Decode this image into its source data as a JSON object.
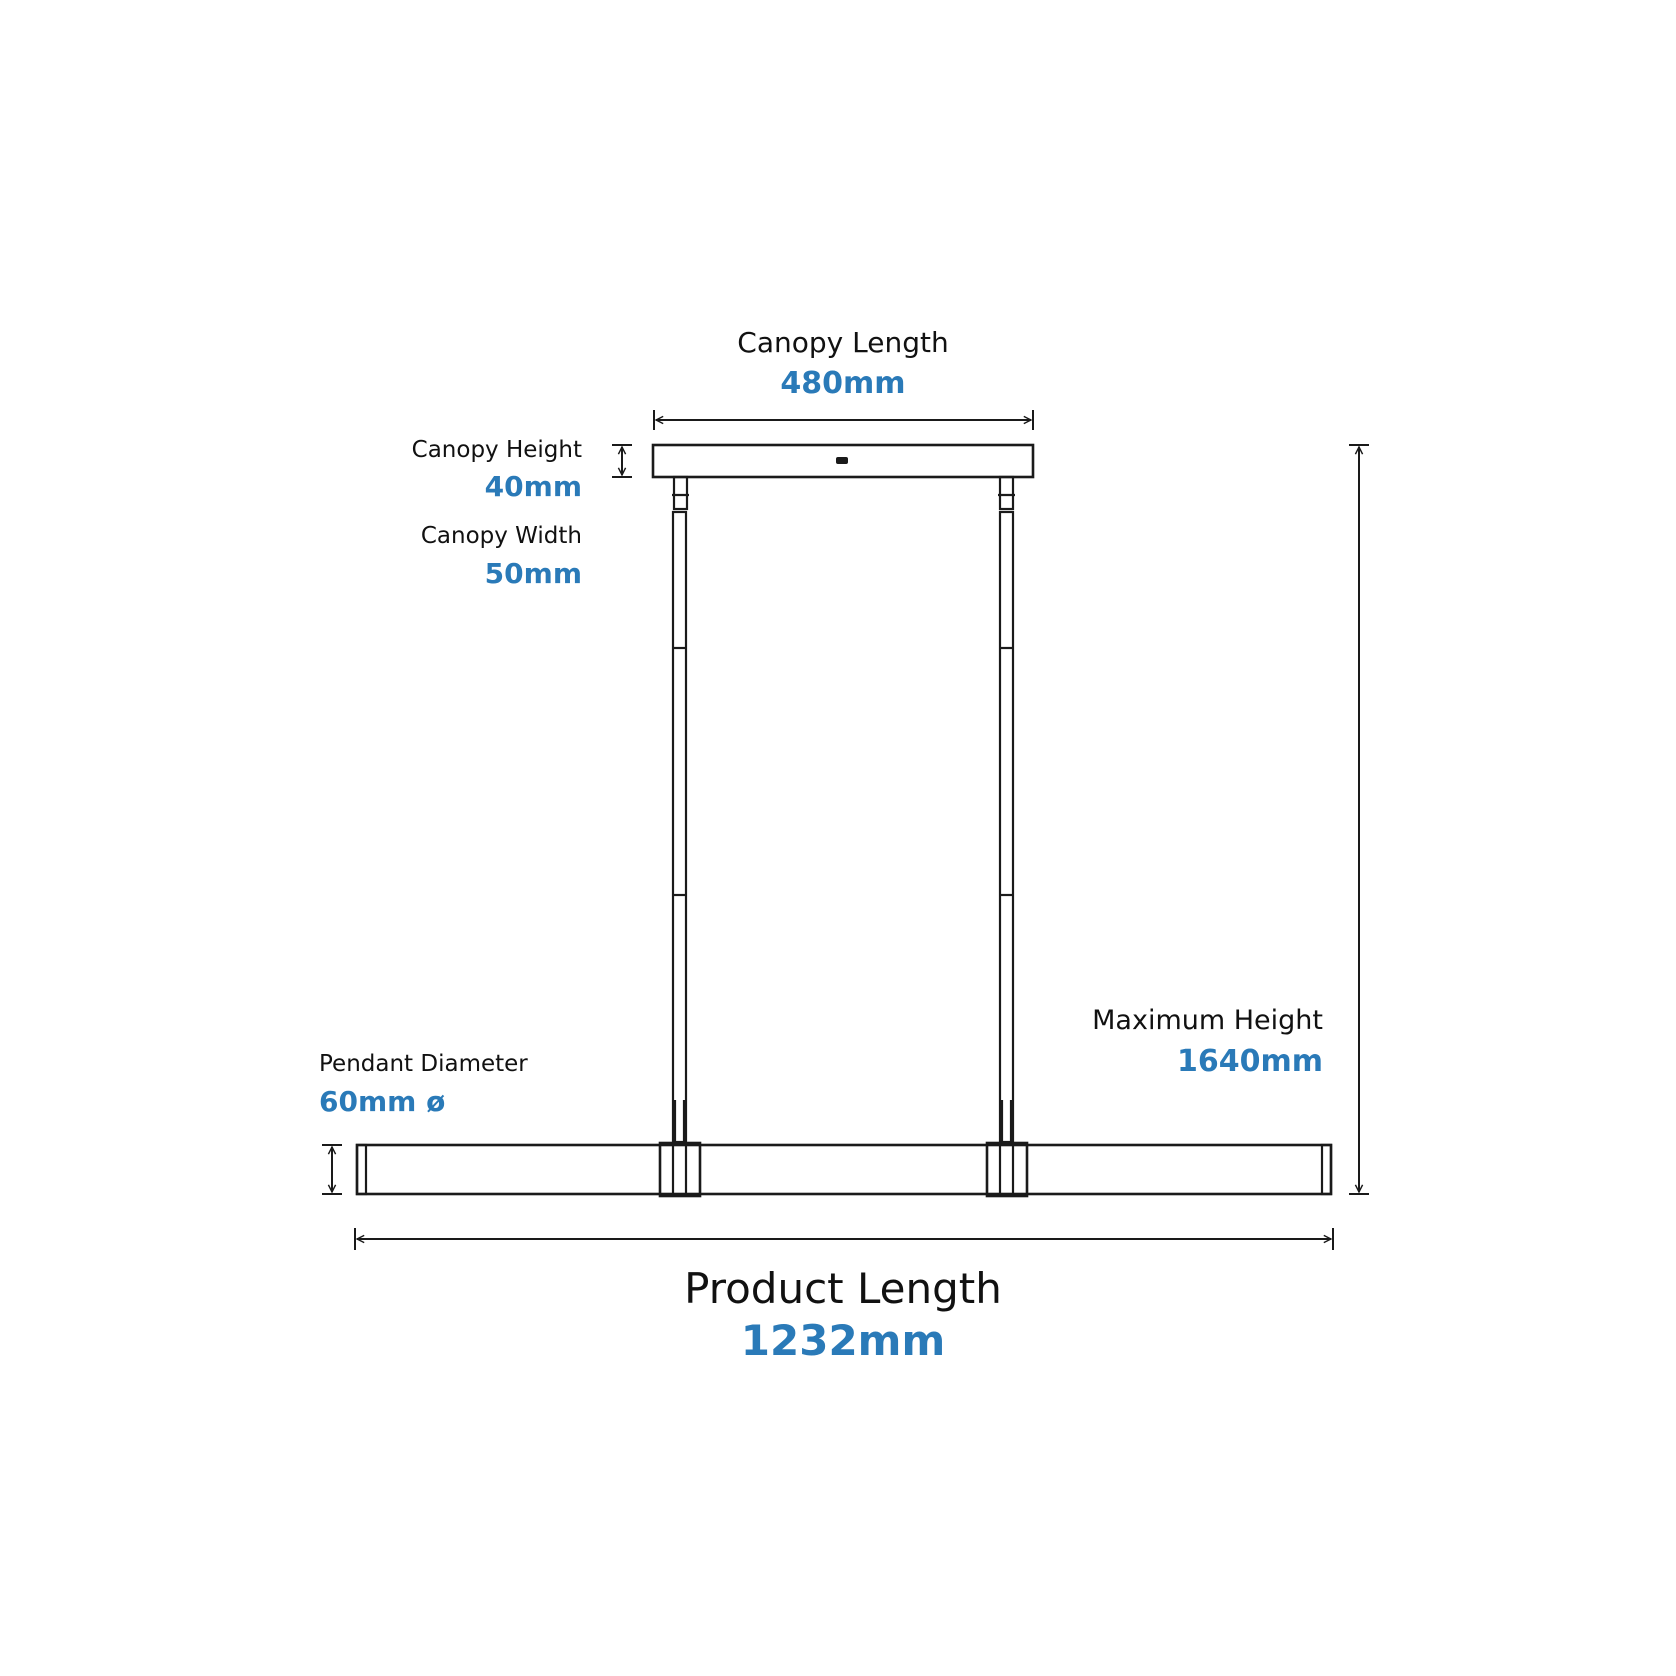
{
  "colors": {
    "line": "#1a1a1a",
    "value": "#2a7ab8",
    "name": "#111111"
  },
  "labels": {
    "canopy_length": {
      "name": "Canopy Length",
      "value": "480mm"
    },
    "canopy_height": {
      "name": "Canopy Height",
      "value": "40mm"
    },
    "canopy_width": {
      "name": "Canopy Width",
      "value": "50mm"
    },
    "pendant_diameter": {
      "name": "Pendant Diameter",
      "value": "60mm ø"
    },
    "maximum_height": {
      "name": "Maximum Height",
      "value": "1640mm"
    },
    "product_length": {
      "name": "Product Length",
      "value": "1232mm"
    }
  }
}
